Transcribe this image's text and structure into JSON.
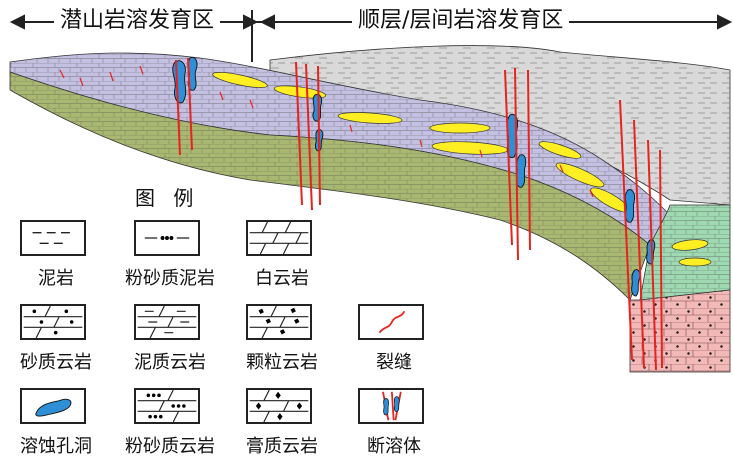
{
  "header": {
    "zone_left": "潜山岩溶发育区",
    "zone_right": "顺层/层间岩溶发育区"
  },
  "legend": {
    "title": "图 例",
    "items": [
      {
        "key": "mudstone",
        "label": "泥岩"
      },
      {
        "key": "silty-mudstone",
        "label": "粉砂质泥岩"
      },
      {
        "key": "dolomite",
        "label": "白云岩"
      },
      {
        "key": "sandy-dolomite",
        "label": "砂质云岩"
      },
      {
        "key": "argillaceous-dolomite",
        "label": "泥质云岩"
      },
      {
        "key": "grain-dolomite",
        "label": "颗粒云岩"
      },
      {
        "key": "fracture",
        "label": "裂缝"
      },
      {
        "key": "dissolution-cave",
        "label": "溶蚀孔洞"
      },
      {
        "key": "silty-dolomite",
        "label": "粉砂质云岩"
      },
      {
        "key": "gypsum-dolomite",
        "label": "膏质云岩"
      },
      {
        "key": "fault-karst-body",
        "label": "断溶体"
      }
    ]
  },
  "colors": {
    "olive_layer": "#a9b870",
    "lavender_layer": "#c4c0e2",
    "gray_layer": "#d9d9d9",
    "green_layer": "#9fd9b2",
    "pink_layer": "#f3b8b8",
    "yellow_lens": "#ffee22",
    "cave_blue": "#2e8fd6",
    "fracture_red": "#e8231e"
  }
}
